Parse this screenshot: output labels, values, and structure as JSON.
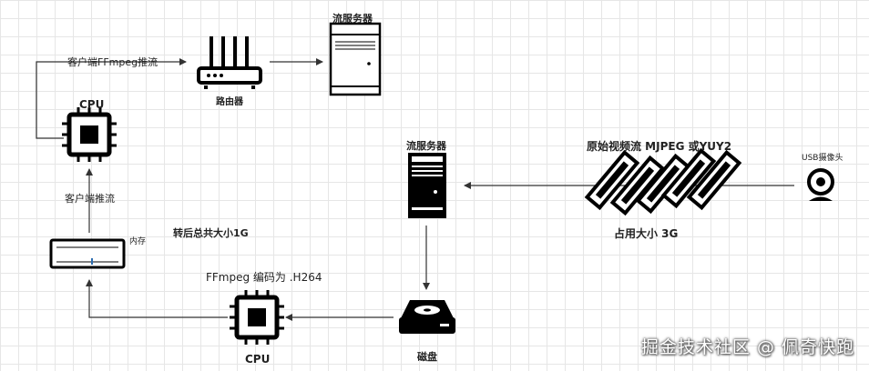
{
  "labels": {
    "client_ffmpeg_push": "客户端FFmpeg推流",
    "router": "路由器",
    "stream_server_top": "流服务器",
    "cpu_top": "CPU",
    "client_push": "客户端推流",
    "memory": "内存",
    "total_after_convert": "转后总共大小1G",
    "ffmpeg_encode": "FFmpeg 编码为 .H264",
    "cpu_bottom": "CPU",
    "disk": "磁盘",
    "stream_server_mid": "流服务器",
    "raw_video": "原始视频流 MJPEG 或YUY2",
    "usb_camera": "USB摄像头",
    "size_3g": "占用大小 3G"
  },
  "watermark": "掘金技术社区 @ 佩奇快跑",
  "icons": [
    "router-icon",
    "server-icon",
    "cpu-icon",
    "memory-icon",
    "disk-icon",
    "film-strip-icon",
    "webcam-icon"
  ]
}
